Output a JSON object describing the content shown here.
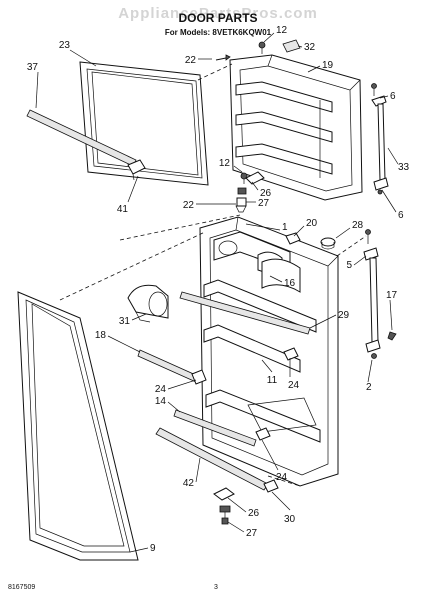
{
  "watermark": "AppliancePartsPros.com",
  "title": "DOOR PARTS",
  "subtitle": "For Models: 8VETK6KQW01",
  "footer": {
    "left": "8167509",
    "center": "3"
  },
  "callouts": {
    "p1": "1",
    "p2": "2",
    "p5": "5",
    "p6a": "6",
    "p6b": "6",
    "p9": "9",
    "p11": "11",
    "p12a": "12",
    "p12b": "12",
    "p14": "14",
    "p16": "16",
    "p17": "17",
    "p18": "18",
    "p19": "19",
    "p20": "20",
    "p22a": "22",
    "p22b": "22",
    "p23": "23",
    "p24a": "24",
    "p24b": "24",
    "p24c": "24",
    "p26a": "26",
    "p26b": "26",
    "p27a": "27",
    "p27b": "27",
    "p28": "28",
    "p29": "29",
    "p30": "30",
    "p31": "31",
    "p32": "32",
    "p33": "33",
    "p37": "37",
    "p41": "41",
    "p42": "42"
  }
}
